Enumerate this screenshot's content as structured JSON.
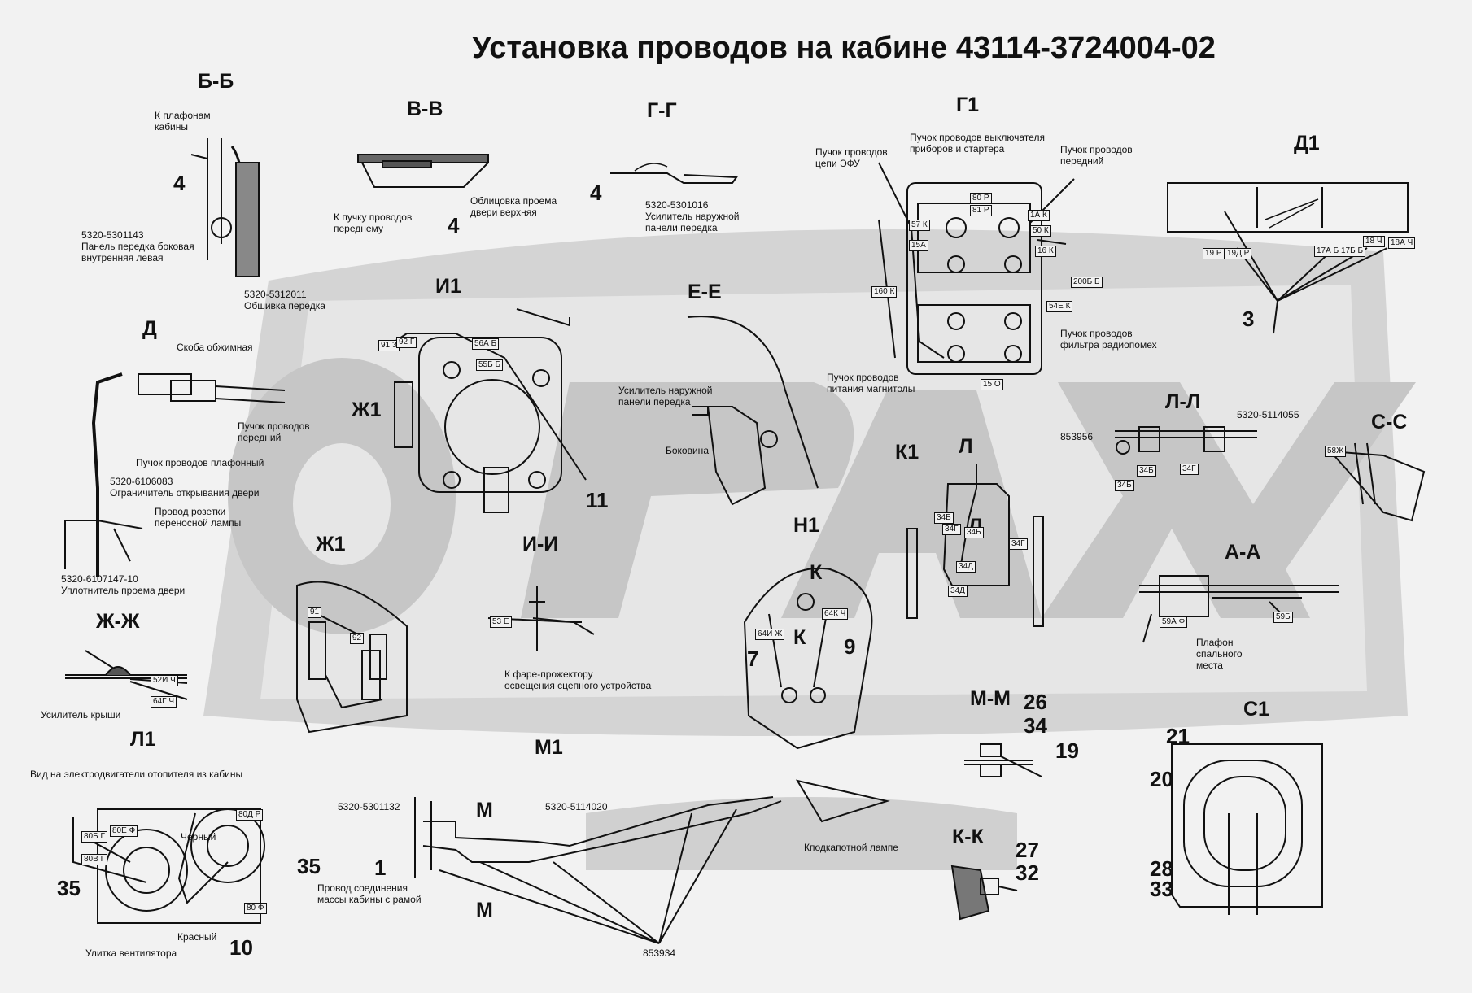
{
  "title": "Установка проводов на кабине 43114-3724004-02",
  "watermark": "ОРАХ",
  "sections": {
    "bb": "Б-Б",
    "vv": "В-В",
    "gg": "Г-Г",
    "g1": "Г1",
    "d1": "Д1",
    "i1": "И1",
    "ee": "Е-Е",
    "d": "Д",
    "zh1a": "Ж1",
    "zh1b": "Ж1",
    "ii": "И-И",
    "zhzh": "Ж-Ж",
    "l1": "Л1",
    "m1": "М1",
    "mm": "М-М",
    "m_top": "М",
    "m_bot": "М",
    "ll": "Л-Л",
    "ss": "С-С",
    "k1": "К1",
    "l_a": "Л",
    "l_b": "Л",
    "n1": "Н1",
    "k_a": "К",
    "k_b": "К",
    "aa": "А-А",
    "c1": "С1",
    "kk": "К-К"
  },
  "numbers": {
    "n4a": "4",
    "n4b": "4",
    "n4c": "4",
    "n3": "3",
    "n11": "11",
    "n7": "7",
    "n9": "9",
    "n26": "26",
    "n34": "34",
    "n19": "19",
    "n21": "21",
    "n20": "20",
    "n28": "28",
    "n33": "33",
    "n27": "27",
    "n32": "32",
    "n1": "1",
    "n35a": "35",
    "n35b": "35",
    "n10": "10"
  },
  "captions": {
    "bb_top": "К плафонам\nкабины",
    "bb_bot": "5320-5301143\nПанель передка боковая\nвнутренняя левая",
    "bb_right": "5320-5312011\nОбшивка передка",
    "vv_left": "К пучку проводов\nпереднему",
    "vv_right": "Облицовка проема\nдвери верхняя",
    "gg": "5320-5301016\nУсилитель наружной\nпанели передка",
    "g1_top": "Пучок проводов выключателя\nприборов и стартера",
    "g1_left": "Пучок проводов\nцепи ЭФУ",
    "g1_right": "Пучок проводов\nпередний",
    "g1_radio": "Пучок проводов\nфильтра радиопомех",
    "g1_mag": "Пучок проводов\nпитания магнитолы",
    "d_clamp": "Скоба обжимная",
    "d_front": "Пучок проводов\nпередний",
    "d_plafon": "Пучок проводов плафонный",
    "d_limiter": "5320-6106083\nОграничитель открывания двери",
    "d_socket": "Провод розетки\nпереносной лампы",
    "d_seal": "5320-6107147-10\nУплотнитель проема двери",
    "ee_reinf": "Усилитель наружной\nпанели передка",
    "ee_side": "Боковина",
    "ii": "К фаре-прожектору\nосвещения сцепного устройства",
    "zhzh": "Усилитель крыши",
    "l1": "Вид на электродвигатели отопителя из кабины",
    "l1_black": "Черный",
    "l1_red": "Красный",
    "l1_fan": "Улитка вентилятора",
    "m1_a": "5320-5301132",
    "m1_b": "5320-5114020",
    "m1_mass": "Провод соединения\nмассы кабины с рамой",
    "m1_hood": "Кподкапотной лампе",
    "m1_part": "853934",
    "ll_part": "5320-5114055",
    "ll_num": "853956",
    "aa": "Плафон\nспального\nместа"
  },
  "tags": {
    "g1": [
      "80 Р",
      "81 Р",
      "57 К",
      "15А",
      "1А К",
      "50 К",
      "16 К",
      "200Б Б",
      "160 К",
      "54Е К",
      "15 О"
    ],
    "d1": [
      "19 Р",
      "19Д Р",
      "17А Б",
      "17Б Б",
      "18 Ч",
      "18А Ч"
    ],
    "i1": [
      "91 З",
      "92 Г",
      "56А Б",
      "55Б Б"
    ],
    "zh1": [
      "91",
      "92"
    ],
    "ii": [
      "53 Е"
    ],
    "zhzh": [
      "52И Ч",
      "64Г Ч"
    ],
    "n1": [
      "64И Ж",
      "64К Ч"
    ],
    "k1": [
      "34Б",
      "34Г",
      "34Б",
      "34Г",
      "34Д",
      "34Д"
    ],
    "ll": [
      "34Б",
      "34Г",
      "34Б"
    ],
    "ss": [
      "58Ж"
    ],
    "aa": [
      "59А Ф",
      "59Б"
    ],
    "l1": [
      "80Б Г",
      "80Е Ф",
      "80В Г",
      "80Д Р",
      "80 Ф"
    ]
  },
  "colors": {
    "line": "#111111",
    "watermark": "#c8c8c8",
    "background": "#f2f2f2"
  }
}
